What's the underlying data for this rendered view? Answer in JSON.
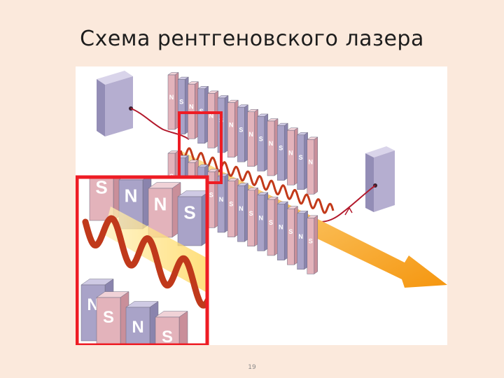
{
  "slide": {
    "title": "Схема рентгеновского лазера",
    "page_number": "19"
  },
  "diagram": {
    "magnet_letters": [
      "N",
      "S"
    ],
    "colors": {
      "magnet_pink_front": "#e3b3bb",
      "magnet_pink_side": "#c98f9a",
      "magnet_pink_top": "#f0d2d7",
      "magnet_violet_front": "#a9a3c8",
      "magnet_violet_side": "#8a84ad",
      "magnet_violet_top": "#cfcae4",
      "zoom_frame": "#ee1c24",
      "electron_wave": "#c23a1a",
      "xray_beam": "#f7a81b",
      "device_box": "#b5aed0",
      "wire": "#b2182b"
    }
  }
}
